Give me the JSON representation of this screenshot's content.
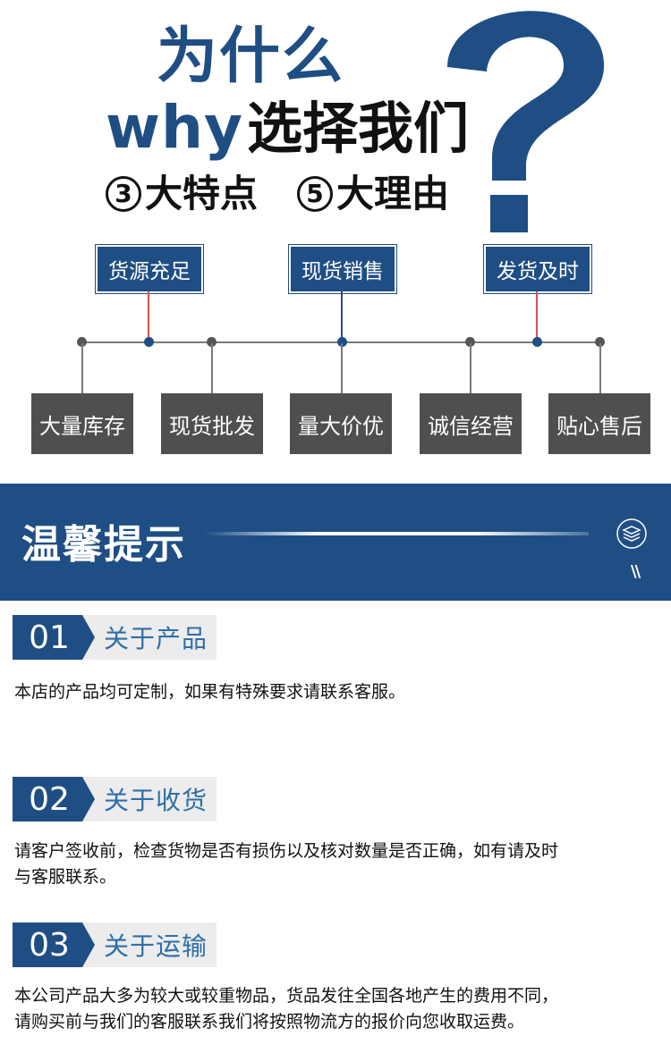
{
  "header": {
    "title_line1": "为什么",
    "why_word": "why",
    "title_choose": "选择我们",
    "feature_num": "3",
    "feature_text": "大特点",
    "reason_num": "5",
    "reason_text": "大理由"
  },
  "diagram": {
    "top_boxes": [
      "货源充足",
      "现货销售",
      "发货及时"
    ],
    "bottom_boxes": [
      "大量库存",
      "现货批发",
      "量大价优",
      "诚信经营",
      "贴心售后"
    ]
  },
  "banner": {
    "title": "温馨提示",
    "marks": "\\\\"
  },
  "notices": [
    {
      "num": "01",
      "title": "关于产品",
      "text": "本店的产品均可定制，如果有特殊要求请联系客服。"
    },
    {
      "num": "02",
      "title": "关于收货",
      "text_line1": "请客户签收前，检查货物是否有损伤以及核对数量是否正确，如有请及时",
      "text_line2": "与客服联系。"
    },
    {
      "num": "03",
      "title": "关于运输",
      "text_line1": "本公司产品大多为较大或较重物品，货品发往全国各地产生的费用不同，",
      "text_line2": "请购买前与我们的客服联系我们将按照物流方的报价向您收取运费。"
    }
  ],
  "colors": {
    "brand_blue": "#1f4e84",
    "box_gray": "#4f4f4f",
    "label_blue": "#2f6ea8",
    "link_red": "#d9534f"
  }
}
